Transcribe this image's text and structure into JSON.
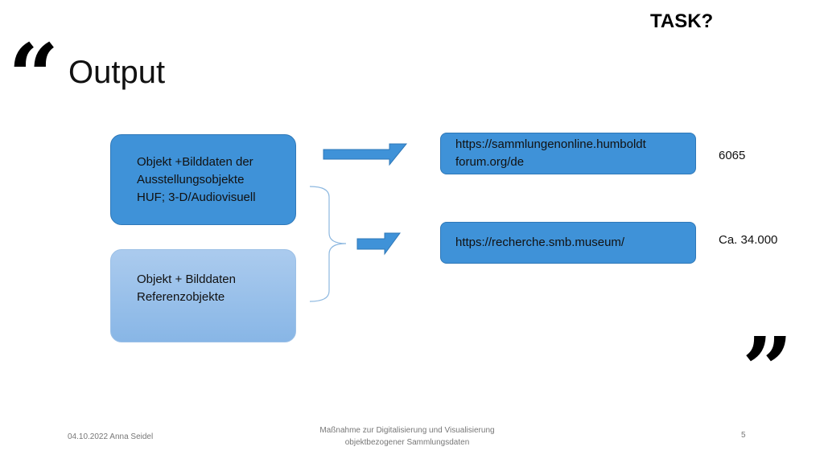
{
  "header": {
    "title": "Output",
    "task_label": "TASK?"
  },
  "sources": [
    {
      "lines": [
        "Objekt +Bilddaten der",
        "Ausstellungsobjekte",
        "HUF; 3-D/Audiovisuell"
      ]
    },
    {
      "lines": [
        "Objekt + Bilddaten",
        "Referenzobjekte"
      ]
    }
  ],
  "targets": [
    {
      "url_lines": [
        "https://sammlungenonline.humboldt",
        "forum.org/de"
      ],
      "count": "6065"
    },
    {
      "url_lines": [
        "https://recherche.smb.museum/"
      ],
      "count": "Ca. 34.000"
    }
  ],
  "footer": {
    "left": "04.10.2022 Anna Seidel",
    "center_lines": [
      "Maßnahme zur Digitalisierung und Visualisierung",
      "objektbezogener Sammlungsdaten"
    ],
    "page": "5"
  },
  "colors": {
    "box": "#3f92d8",
    "box_light": "#abcbee"
  }
}
